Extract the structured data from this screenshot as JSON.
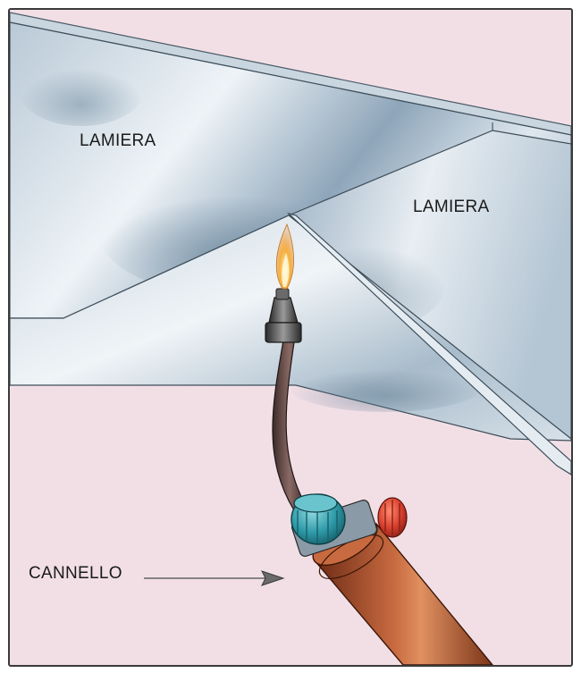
{
  "labels": {
    "sheet_left": "LAMIERA",
    "sheet_right": "LAMIERA",
    "torch": "CANNELLO"
  },
  "colors": {
    "background": "#f2dfe6",
    "frame_border": "#3a3a3a",
    "sheet_light": "#e4ecf3",
    "sheet_mid": "#9db2c4",
    "sheet_dark": "#5c7a90",
    "torch_body": "#a8502e",
    "valve_knob": "#2e9aa8",
    "side_knob": "#d8402e",
    "flame": "#f5b040"
  }
}
